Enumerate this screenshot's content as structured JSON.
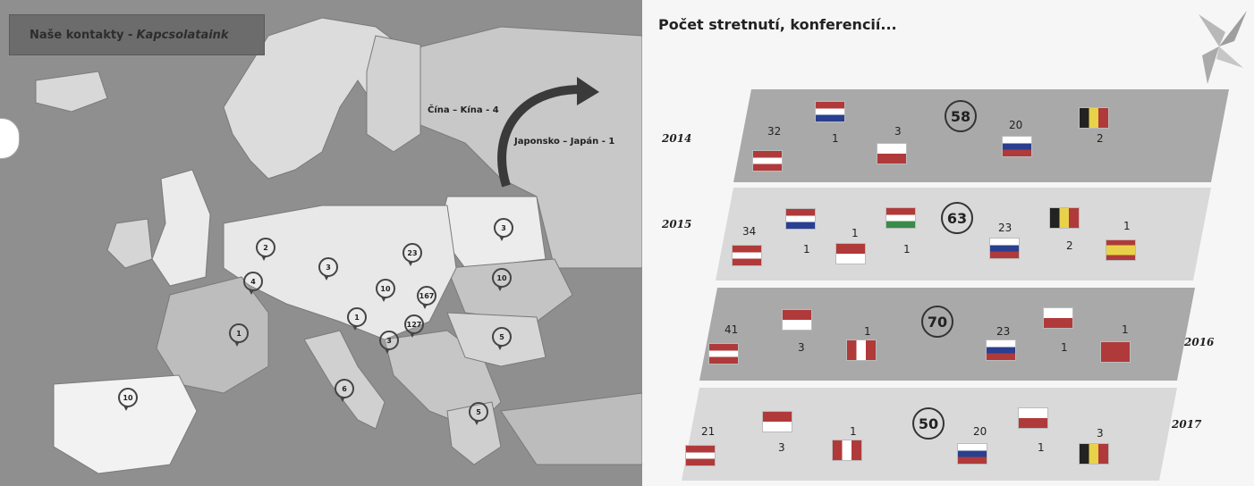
{
  "map": {
    "title_main": "Naše kontakty -",
    "title_italic": "Kapcsolataink",
    "label_china": "Čína – Kína - 4",
    "label_japan": "Japonsko – Japán - 1",
    "pins": [
      "2",
      "4",
      "3",
      "23",
      "3",
      "10",
      "167",
      "10",
      "1",
      "127",
      "1",
      "3",
      "5",
      "6",
      "10",
      "5"
    ]
  },
  "stats": {
    "title": "Počet stretnutí, konferencií...",
    "rows": [
      {
        "year": "2014",
        "total": "58",
        "numbers": [
          "32",
          "1",
          "3",
          "20",
          "2"
        ]
      },
      {
        "year": "2015",
        "total": "63",
        "numbers": [
          "34",
          "1",
          "1",
          "1",
          "23",
          "2",
          "1"
        ]
      },
      {
        "year": "2016",
        "total": "70",
        "numbers": [
          "41",
          "3",
          "1",
          "23",
          "1",
          "1"
        ]
      },
      {
        "year": "2017",
        "total": "50",
        "numbers": [
          "21",
          "3",
          "1",
          "20",
          "1",
          "3"
        ]
      }
    ]
  },
  "colors": {
    "map_sea": "#8f8f8f",
    "band_dark": "#a9a9a9",
    "band_light": "#d9d9d9",
    "flag_red": "#b03a3a",
    "flag_blue": "#2a3f8f"
  }
}
